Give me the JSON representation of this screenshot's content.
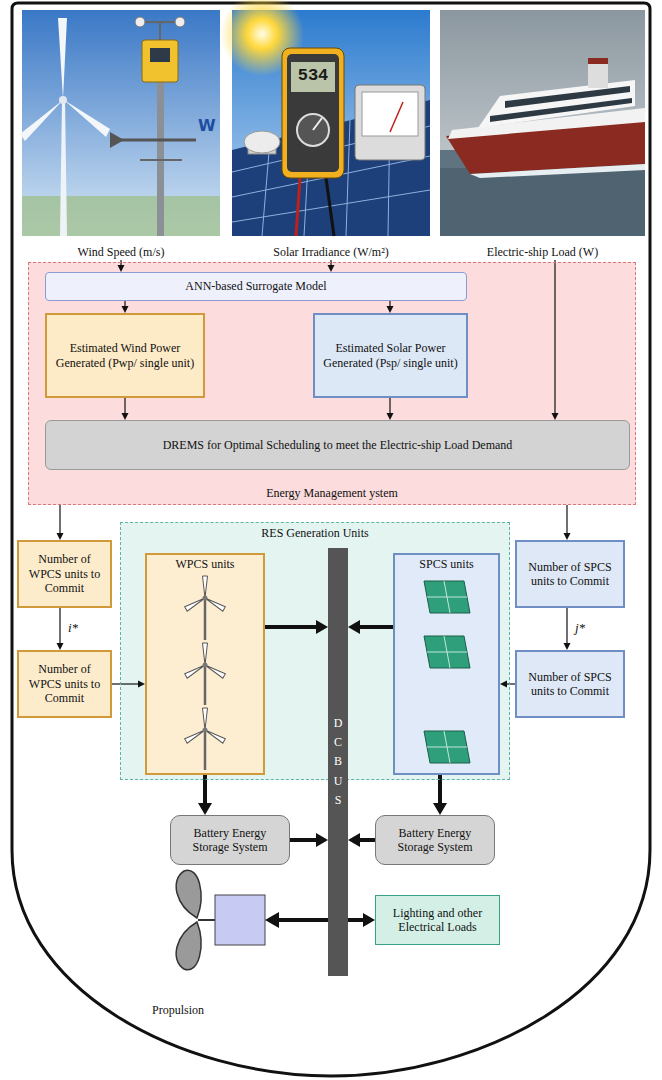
{
  "diagram": {
    "nodes": [
      {
        "text": [
          "Wind Speed (m/s)"
        ]
      },
      {
        "text": [
          "Solar Irradiance (W/m²)"
        ]
      },
      {
        "text": [
          "Electric-ship Load (W)"
        ]
      },
      {
        "text": [
          "Energy Management ystem"
        ]
      },
      {
        "text": [
          "ANN-based Surrogate Model"
        ],
        "in": 3
      },
      {
        "text": [
          "Estimated Wind Power Generated (Pwp/ single unit)"
        ],
        "in": 3
      },
      {
        "text": [
          "Estimated Solar Power Generated (Psp/ single unit)"
        ],
        "in": 3
      },
      {
        "text": [
          "DREMS for Optimal Scheduling to meet the Electric-ship Load Demand"
        ],
        "in": 3
      },
      {
        "text": [
          "Number of WPCS units to Commit"
        ]
      },
      {
        "text": [
          "RES Generation Units"
        ]
      },
      {
        "text": [
          "WPCS units"
        ],
        "in": 9
      },
      {
        "text": [
          "SPCS units"
        ],
        "in": 9
      },
      {
        "text": [
          "DC BUS"
        ]
      },
      {
        "text": [
          "Number of SPCS units to Commit"
        ]
      },
      {
        "text": [
          "Number of WPCS units to Commit"
        ]
      },
      {
        "text": [
          "Number of SPCS units to Commit"
        ]
      },
      {
        "text": [
          "Battery Energy Storage System"
        ]
      },
      {
        "text": [
          "Battery Energy Storage System"
        ]
      },
      {
        "text": [
          "Lighting and other Electrical Loads"
        ]
      }
    ],
    "edges": [
      {
        "from": 0,
        "to": 4,
        "arrow": "to"
      },
      {
        "from": 1,
        "to": 4,
        "arrow": "to"
      },
      {
        "from": 2,
        "to": 7,
        "arrow": "to"
      },
      {
        "from": 4,
        "to": 5,
        "arrow": "to"
      },
      {
        "from": 4,
        "to": 6,
        "arrow": "to"
      },
      {
        "from": 5,
        "to": 7,
        "arrow": "to"
      },
      {
        "from": 6,
        "to": 7,
        "arrow": "to"
      },
      {
        "from": 3,
        "to": 8,
        "arrow": "to"
      },
      {
        "from": 3,
        "to": 13,
        "arrow": "to"
      },
      {
        "from": 8,
        "to": 14,
        "label": "i*",
        "arrow": "to"
      },
      {
        "from": 13,
        "to": 15,
        "label": "j*",
        "arrow": "to"
      },
      {
        "from": 14,
        "to": 10,
        "arrow": "to"
      },
      {
        "from": 15,
        "to": 11,
        "arrow": "to"
      },
      {
        "from": 10,
        "to": 12,
        "arrow": "to"
      },
      {
        "from": 11,
        "to": 12,
        "arrow": "to"
      },
      {
        "from": 10,
        "to": 16,
        "arrow": "to"
      },
      {
        "from": 11,
        "to": 17,
        "arrow": "to"
      },
      {
        "from": 16,
        "to": 12,
        "arrow": "to"
      },
      {
        "from": 17,
        "to": 12,
        "arrow": "to"
      },
      {
        "from": 12,
        "to": 18,
        "arrow": "to"
      }
    ],
    "labels": [
      "W",
      "534",
      "Propulsion"
    ]
  }
}
